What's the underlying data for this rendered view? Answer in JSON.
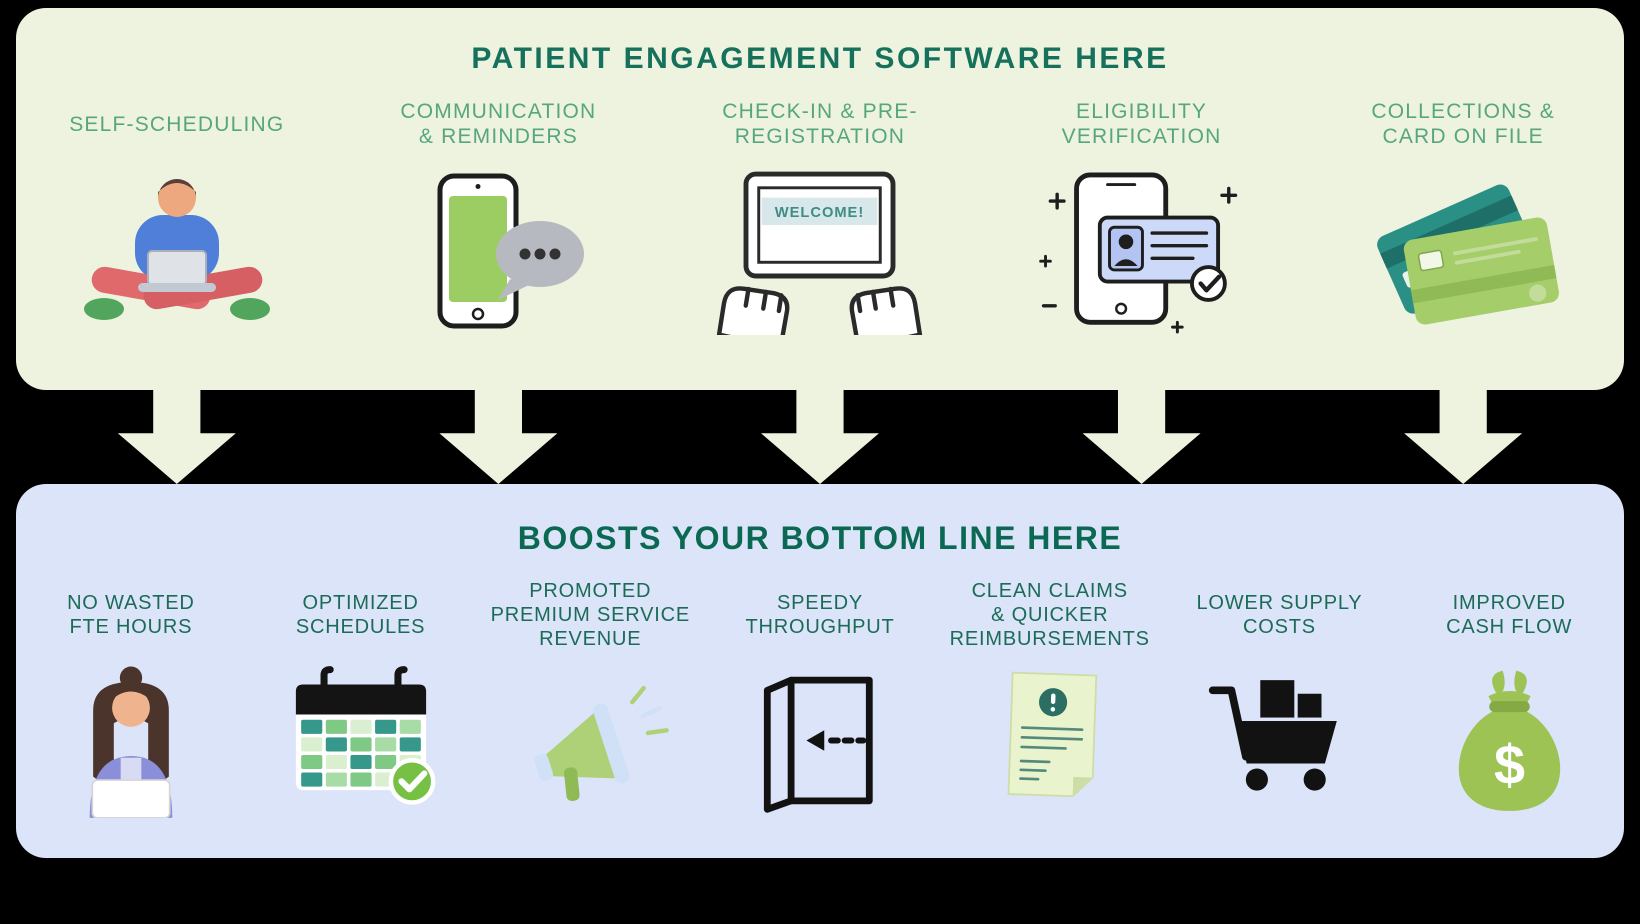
{
  "top_panel": {
    "title": "PATIENT ENGAGEMENT SOFTWARE HERE",
    "items": [
      {
        "label": "SELF-SCHEDULING",
        "icon": "person-laptop-icon"
      },
      {
        "label": "COMMUNICATION\n& REMINDERS",
        "icon": "phone-chat-icon"
      },
      {
        "label": "CHECK-IN & PRE-\nREGISTRATION",
        "icon": "laptop-welcome-icon",
        "screen_text": "WELCOME!"
      },
      {
        "label": "ELIGIBILITY\nVERIFICATION",
        "icon": "phone-id-verification-icon"
      },
      {
        "label": "COLLECTIONS &\nCARD ON FILE",
        "icon": "credit-cards-icon"
      }
    ]
  },
  "bottom_panel": {
    "title": "BOOSTS YOUR BOTTOM LINE HERE",
    "items": [
      {
        "label": "NO WASTED\nFTE HOURS",
        "icon": "receptionist-icon"
      },
      {
        "label": "OPTIMIZED\nSCHEDULES",
        "icon": "calendar-check-icon"
      },
      {
        "label": "PROMOTED\nPREMIUM SERVICE\nREVENUE",
        "icon": "megaphone-icon"
      },
      {
        "label": "SPEEDY\nTHROUGHPUT",
        "icon": "door-exit-arrow-icon"
      },
      {
        "label": "CLEAN CLAIMS\n& QUICKER\nREIMBURSEMENTS",
        "icon": "claims-document-icon"
      },
      {
        "label": "LOWER  SUPPLY\nCOSTS",
        "icon": "supply-cart-icon"
      },
      {
        "label": "IMPROVED\nCASH FLOW",
        "icon": "money-bag-icon",
        "glyph": "$"
      }
    ]
  },
  "colors": {
    "background": "#000000",
    "top_panel_bg": "#edf3de",
    "bottom_panel_bg": "#dbe4f8",
    "top_title": "#15705c",
    "top_label": "#57a67e",
    "bottom_title": "#0b6852",
    "bottom_label": "#1c6b57",
    "arrow": "#edf3de"
  }
}
